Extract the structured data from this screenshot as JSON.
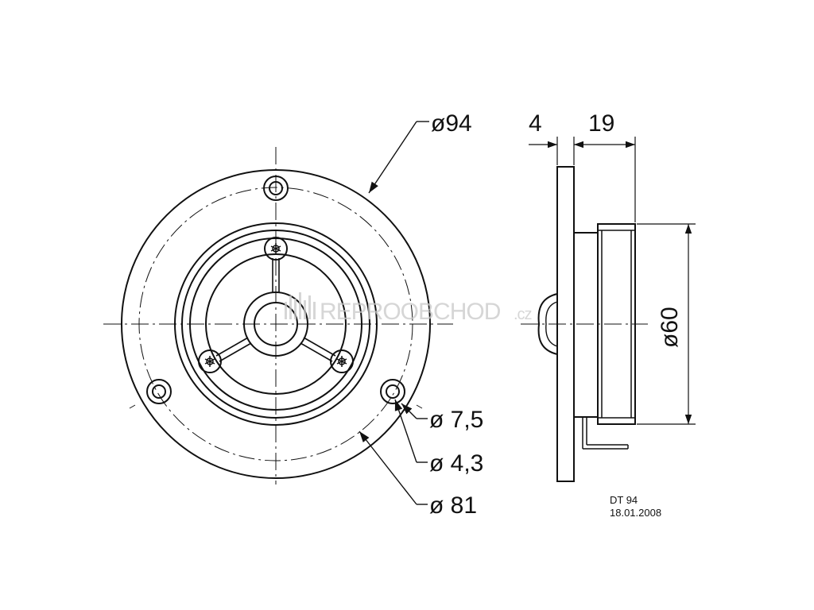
{
  "dimensions": {
    "outer_diameter": "ø94",
    "hole_outer": "ø 7,5",
    "hole_inner": "ø 4,3",
    "bolt_circle": "ø 81",
    "flange_thickness": "4",
    "depth": "19",
    "body_diameter": "ø60"
  },
  "title_block": {
    "model": "DT 94",
    "date": "18.01.2008"
  },
  "watermark": {
    "text": "REPROOBCHOD",
    "suffix": ".cz"
  },
  "colors": {
    "line": "#111111",
    "watermark": "#c9c9c9",
    "background": "#ffffff"
  }
}
